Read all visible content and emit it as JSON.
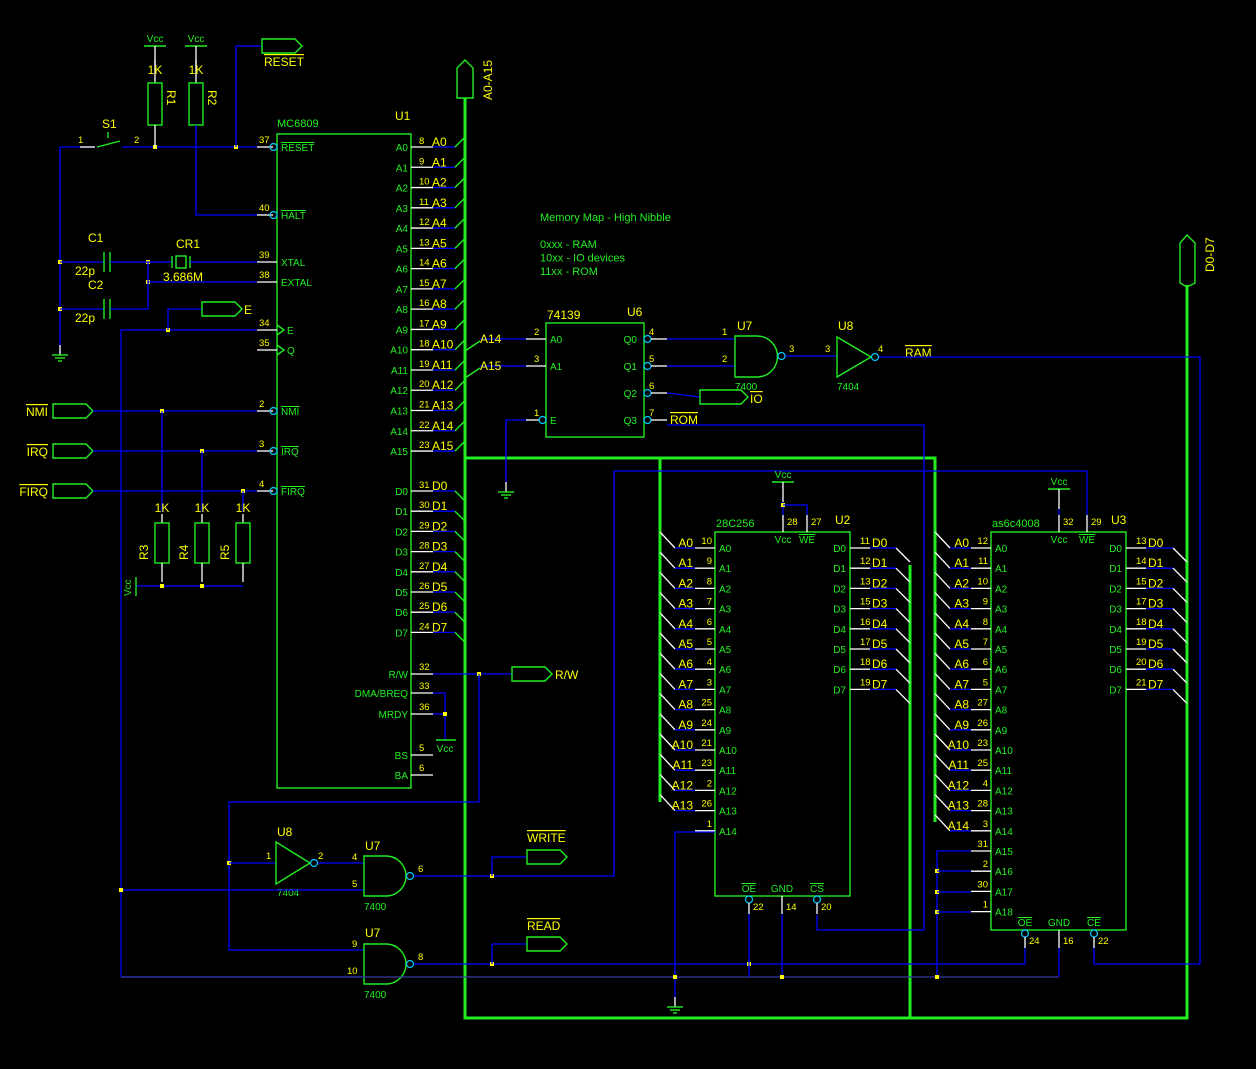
{
  "colors": {
    "background": "#000000",
    "component": "#22ee22",
    "wire": "#0000ff",
    "label": "#ffff00",
    "pin_stub": "#ffffff",
    "inverting_bubble": "#00c8ff"
  },
  "notes": {
    "heading": "Memory Map - High Nibble",
    "lines": [
      "0xxx - RAM",
      "10xx - IO devices",
      "11xx - ROM"
    ]
  },
  "buses": {
    "address": "A0-A15",
    "data": "D0-D7"
  },
  "flags": {
    "reset": "RESET",
    "e": "E",
    "nmi": "NMI",
    "irq": "IRQ",
    "firq": "FIRQ",
    "rw": "R/W",
    "write": "WRITE",
    "read": "READ",
    "io": "IO",
    "ram": "RAM",
    "rom": "ROM",
    "a14": "A14",
    "a15": "A15"
  },
  "power": {
    "vcc": "Vcc"
  },
  "passives": {
    "r1": {
      "ref": "R1",
      "value": "1K"
    },
    "r2": {
      "ref": "R2",
      "value": "1K"
    },
    "r3": {
      "ref": "R3",
      "value": "1K"
    },
    "r4": {
      "ref": "R4",
      "value": "1K"
    },
    "r5": {
      "ref": "R5",
      "value": "1K"
    },
    "c1": {
      "ref": "C1",
      "value": "22p"
    },
    "c2": {
      "ref": "C2",
      "value": "22p"
    },
    "cr1": {
      "ref": "CR1",
      "value": "3.686M"
    },
    "s1": {
      "ref": "S1",
      "pin1": "1",
      "pin2": "2"
    }
  },
  "u1": {
    "ref": "U1",
    "part": "MC6809",
    "left_pins": [
      {
        "name": "RESET",
        "num": "37"
      },
      {
        "name": "HALT",
        "num": "40"
      },
      {
        "name": "XTAL",
        "num": "39"
      },
      {
        "name": "EXTAL",
        "num": "38"
      },
      {
        "name": "E",
        "num": "34"
      },
      {
        "name": "Q",
        "num": "35"
      },
      {
        "name": "NMI",
        "num": "2"
      },
      {
        "name": "IRQ",
        "num": "3"
      },
      {
        "name": "FIRQ",
        "num": "4"
      }
    ],
    "address_pins": [
      {
        "name": "A0",
        "num": "8"
      },
      {
        "name": "A1",
        "num": "9"
      },
      {
        "name": "A2",
        "num": "10"
      },
      {
        "name": "A3",
        "num": "11"
      },
      {
        "name": "A4",
        "num": "12"
      },
      {
        "name": "A5",
        "num": "13"
      },
      {
        "name": "A6",
        "num": "14"
      },
      {
        "name": "A7",
        "num": "15"
      },
      {
        "name": "A8",
        "num": "16"
      },
      {
        "name": "A9",
        "num": "17"
      },
      {
        "name": "A10",
        "num": "18"
      },
      {
        "name": "A11",
        "num": "19"
      },
      {
        "name": "A12",
        "num": "20"
      },
      {
        "name": "A13",
        "num": "21"
      },
      {
        "name": "A14",
        "num": "22"
      },
      {
        "name": "A15",
        "num": "23"
      }
    ],
    "data_pins": [
      {
        "name": "D0",
        "num": "31"
      },
      {
        "name": "D1",
        "num": "30"
      },
      {
        "name": "D2",
        "num": "29"
      },
      {
        "name": "D3",
        "num": "28"
      },
      {
        "name": "D4",
        "num": "27"
      },
      {
        "name": "D5",
        "num": "26"
      },
      {
        "name": "D6",
        "num": "25"
      },
      {
        "name": "D7",
        "num": "24"
      }
    ],
    "control_pins": [
      {
        "name": "R/W",
        "num": "32"
      },
      {
        "name": "DMA/BREQ",
        "num": "33"
      },
      {
        "name": "MRDY",
        "num": "36"
      },
      {
        "name": "BS",
        "num": "5"
      },
      {
        "name": "BA",
        "num": "6"
      }
    ]
  },
  "u6": {
    "ref": "U6",
    "part": "74139",
    "left_pins": [
      {
        "name": "A0",
        "num": "2"
      },
      {
        "name": "A1",
        "num": "3"
      },
      {
        "name": "E",
        "num": "1"
      }
    ],
    "right_pins": [
      {
        "name": "Q0",
        "num": "4"
      },
      {
        "name": "Q1",
        "num": "5"
      },
      {
        "name": "Q2",
        "num": "6"
      },
      {
        "name": "Q3",
        "num": "7"
      }
    ]
  },
  "gates": {
    "u7a": {
      "ref": "U7",
      "part": "7400",
      "in1": "1",
      "in2": "2",
      "out": "3"
    },
    "u8a": {
      "ref": "U8",
      "part": "7404",
      "in": "3",
      "out": "4"
    },
    "u8b": {
      "ref": "U8",
      "part": "7404",
      "in": "1",
      "out": "2"
    },
    "u7b": {
      "ref": "U7",
      "part": "7400",
      "in1": "4",
      "in2": "5",
      "out": "6"
    },
    "u7c": {
      "ref": "U7",
      "part": "7400",
      "in1": "9",
      "in2": "10",
      "out": "8"
    }
  },
  "u2": {
    "ref": "U2",
    "part": "28C256",
    "address_pins": [
      {
        "name": "A0",
        "num": "10"
      },
      {
        "name": "A1",
        "num": "9"
      },
      {
        "name": "A2",
        "num": "8"
      },
      {
        "name": "A3",
        "num": "7"
      },
      {
        "name": "A4",
        "num": "6"
      },
      {
        "name": "A5",
        "num": "5"
      },
      {
        "name": "A6",
        "num": "4"
      },
      {
        "name": "A7",
        "num": "3"
      },
      {
        "name": "A8",
        "num": "25"
      },
      {
        "name": "A9",
        "num": "24"
      },
      {
        "name": "A10",
        "num": "21"
      },
      {
        "name": "A11",
        "num": "23"
      },
      {
        "name": "A12",
        "num": "2"
      },
      {
        "name": "A13",
        "num": "26"
      },
      {
        "name": "A14",
        "num": "1"
      }
    ],
    "data_pins": [
      {
        "name": "D0",
        "num": "11"
      },
      {
        "name": "D1",
        "num": "12"
      },
      {
        "name": "D2",
        "num": "13"
      },
      {
        "name": "D3",
        "num": "15"
      },
      {
        "name": "D4",
        "num": "16"
      },
      {
        "name": "D5",
        "num": "17"
      },
      {
        "name": "D6",
        "num": "18"
      },
      {
        "name": "D7",
        "num": "19"
      }
    ],
    "top_pins": [
      {
        "name": "Vcc",
        "num": "28"
      },
      {
        "name": "WE",
        "num": "27"
      }
    ],
    "bottom_pins": [
      {
        "name": "OE",
        "num": "22"
      },
      {
        "name": "GND",
        "num": "14"
      },
      {
        "name": "CS",
        "num": "20"
      }
    ]
  },
  "u3": {
    "ref": "U3",
    "part": "as6c4008",
    "address_pins": [
      {
        "name": "A0",
        "num": "12"
      },
      {
        "name": "A1",
        "num": "11"
      },
      {
        "name": "A2",
        "num": "10"
      },
      {
        "name": "A3",
        "num": "9"
      },
      {
        "name": "A4",
        "num": "8"
      },
      {
        "name": "A5",
        "num": "7"
      },
      {
        "name": "A6",
        "num": "6"
      },
      {
        "name": "A7",
        "num": "5"
      },
      {
        "name": "A8",
        "num": "27"
      },
      {
        "name": "A9",
        "num": "26"
      },
      {
        "name": "A10",
        "num": "23"
      },
      {
        "name": "A11",
        "num": "25"
      },
      {
        "name": "A12",
        "num": "4"
      },
      {
        "name": "A13",
        "num": "28"
      },
      {
        "name": "A14",
        "num": "3"
      },
      {
        "name": "A15",
        "num": "31"
      },
      {
        "name": "A16",
        "num": "2"
      },
      {
        "name": "A17",
        "num": "30"
      },
      {
        "name": "A18",
        "num": "1"
      }
    ],
    "data_pins": [
      {
        "name": "D0",
        "num": "13"
      },
      {
        "name": "D1",
        "num": "14"
      },
      {
        "name": "D2",
        "num": "15"
      },
      {
        "name": "D3",
        "num": "17"
      },
      {
        "name": "D4",
        "num": "18"
      },
      {
        "name": "D5",
        "num": "19"
      },
      {
        "name": "D6",
        "num": "20"
      },
      {
        "name": "D7",
        "num": "21"
      }
    ],
    "top_pins": [
      {
        "name": "Vcc",
        "num": "32"
      },
      {
        "name": "WE",
        "num": "29"
      }
    ],
    "bottom_pins": [
      {
        "name": "OE",
        "num": "24"
      },
      {
        "name": "GND",
        "num": "16"
      },
      {
        "name": "CE",
        "num": "22"
      }
    ]
  }
}
